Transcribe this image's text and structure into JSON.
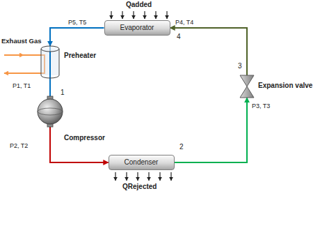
{
  "diagram": {
    "nodes": [
      {
        "text": [
          "Evaporator"
        ]
      },
      {
        "text": [
          "Preheater"
        ]
      },
      {
        "text": [
          "Compressor"
        ]
      },
      {
        "text": [
          "Condenser"
        ]
      },
      {
        "text": [
          "Expansion valve"
        ]
      }
    ],
    "edges": [
      {
        "from": 0,
        "to": 1,
        "arrow": "to"
      },
      {
        "from": 1,
        "to": 2,
        "arrow": "none"
      },
      {
        "from": 2,
        "to": 3,
        "arrow": "to"
      },
      {
        "from": 3,
        "to": 4,
        "arrow": "to"
      },
      {
        "from": 4,
        "to": 0,
        "arrow": "to"
      }
    ],
    "labels": [
      "Qadded",
      "P5, T5",
      "P4, T4",
      "4",
      "Exhaust Gas",
      "P1, T1",
      "1",
      "P2, T2",
      "2",
      "QRejected",
      "3",
      "P3, T3"
    ]
  }
}
